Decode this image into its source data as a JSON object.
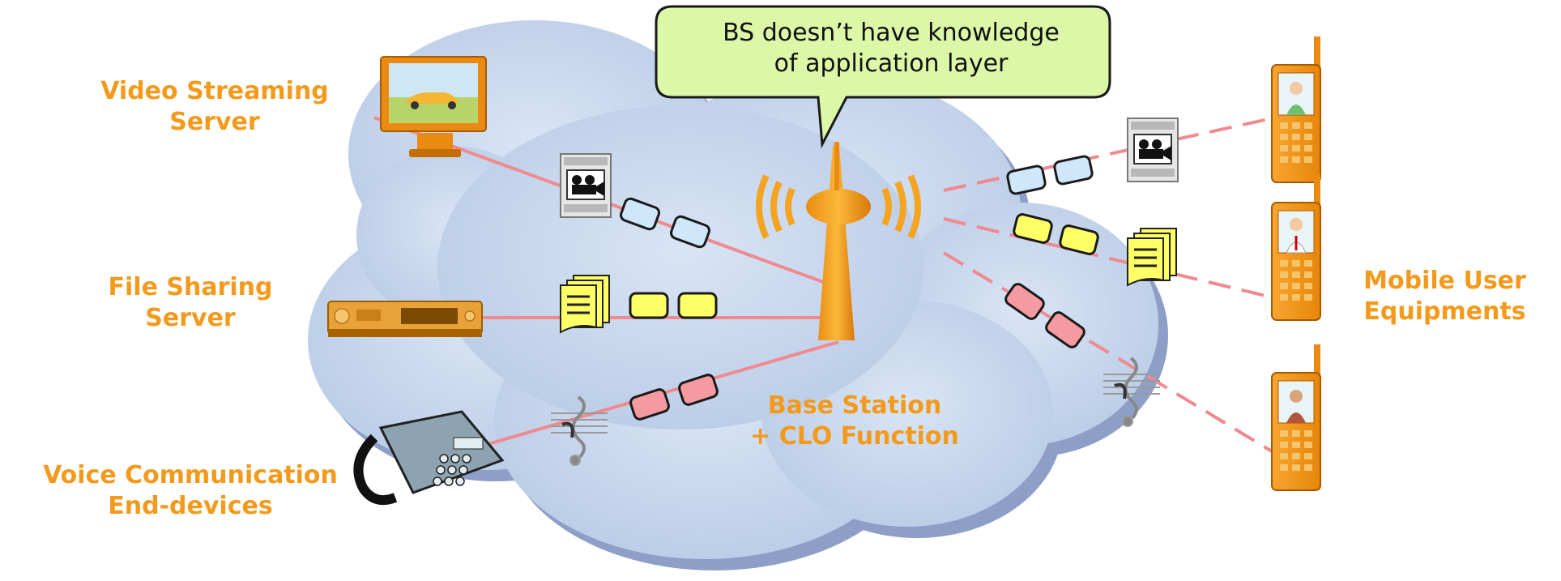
{
  "callout": {
    "line1": "BS doesn’t have knowledge",
    "line2": "of application layer"
  },
  "servers": {
    "video": {
      "line1": "Video Streaming",
      "line2": "Server"
    },
    "file": {
      "line1": "File Sharing",
      "line2": "Server"
    },
    "voice": {
      "line1": "Voice Communication",
      "line2": "End-devices"
    }
  },
  "base_station": {
    "line1": "Base Station",
    "line2": "+ CLO Function"
  },
  "mobile": {
    "line1": "Mobile User",
    "line2": "Equipments"
  },
  "colors": {
    "label_orange": "#f39a1c",
    "cloud": "#c7d7ee",
    "cloud_shadow": "#8a9cc4",
    "link": "#f08a8f",
    "video_packet": "#cfe6fb",
    "file_packet": "#ffff66",
    "voice_packet": "#f59aa0",
    "callout_fill": "#ddf7a8",
    "tower": "#f5a421"
  }
}
